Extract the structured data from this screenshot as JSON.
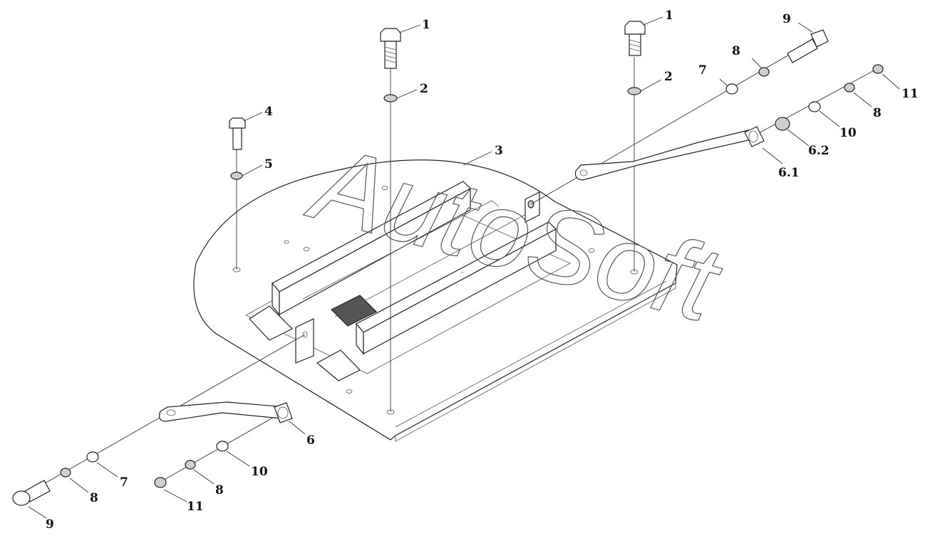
{
  "watermark": "AutoSoft",
  "callouts": {
    "c1a": "1",
    "c1b": "1",
    "c2a": "2",
    "c2b": "2",
    "c3": "3",
    "c4": "4",
    "c5": "5",
    "c6": "6",
    "c61": "6.1",
    "c62": "6.2",
    "c7a": "7",
    "c7b": "7",
    "c8a": "8",
    "c8b": "8",
    "c8c": "8",
    "c8d": "8",
    "c9a": "9",
    "c9b": "9",
    "c10a": "10",
    "c10b": "10",
    "c11a": "11",
    "c11b": "11"
  },
  "colors": {
    "line": "#222222",
    "watermark_outline": "#555555",
    "stamp": "#2233aa"
  }
}
